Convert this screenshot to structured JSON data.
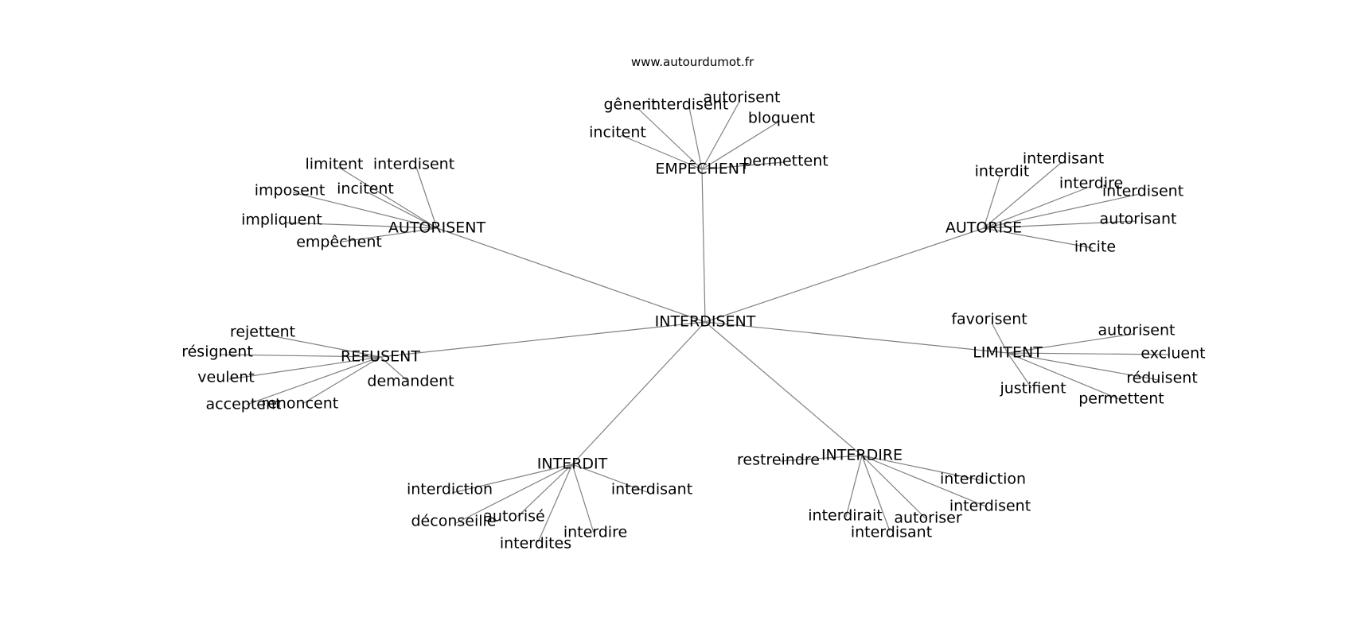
{
  "watermark": "www.autourdumot.fr",
  "center": "INTERDISENT",
  "hubs": [
    {
      "label": "EMPÊCHENT",
      "leaves": [
        "gênent",
        "interdisent",
        "autorisent",
        "bloquent",
        "incitent",
        "permettent"
      ]
    },
    {
      "label": "AUTORISENT",
      "leaves": [
        "limitent",
        "interdisent",
        "imposent",
        "incitent",
        "impliquent",
        "empêchent"
      ]
    },
    {
      "label": "AUTORISE",
      "leaves": [
        "interdit",
        "interdisant",
        "interdire",
        "interdisent",
        "autorisant",
        "incite"
      ]
    },
    {
      "label": "REFUSENT",
      "leaves": [
        "rejettent",
        "résignent",
        "veulent",
        "acceptent",
        "renoncent",
        "demandent"
      ]
    },
    {
      "label": "LIMITENT",
      "leaves": [
        "favorisent",
        "autorisent",
        "excluent",
        "réduisent",
        "justifient",
        "permettent"
      ]
    },
    {
      "label": "INTERDIT",
      "leaves": [
        "interdiction",
        "interdisant",
        "déconseille",
        "autorisé",
        "interdites",
        "interdire"
      ]
    },
    {
      "label": "INTERDIRE",
      "leaves": [
        "restreindre",
        "interdiction",
        "interdisent",
        "interdirait",
        "autoriser",
        "interdisant"
      ]
    }
  ]
}
